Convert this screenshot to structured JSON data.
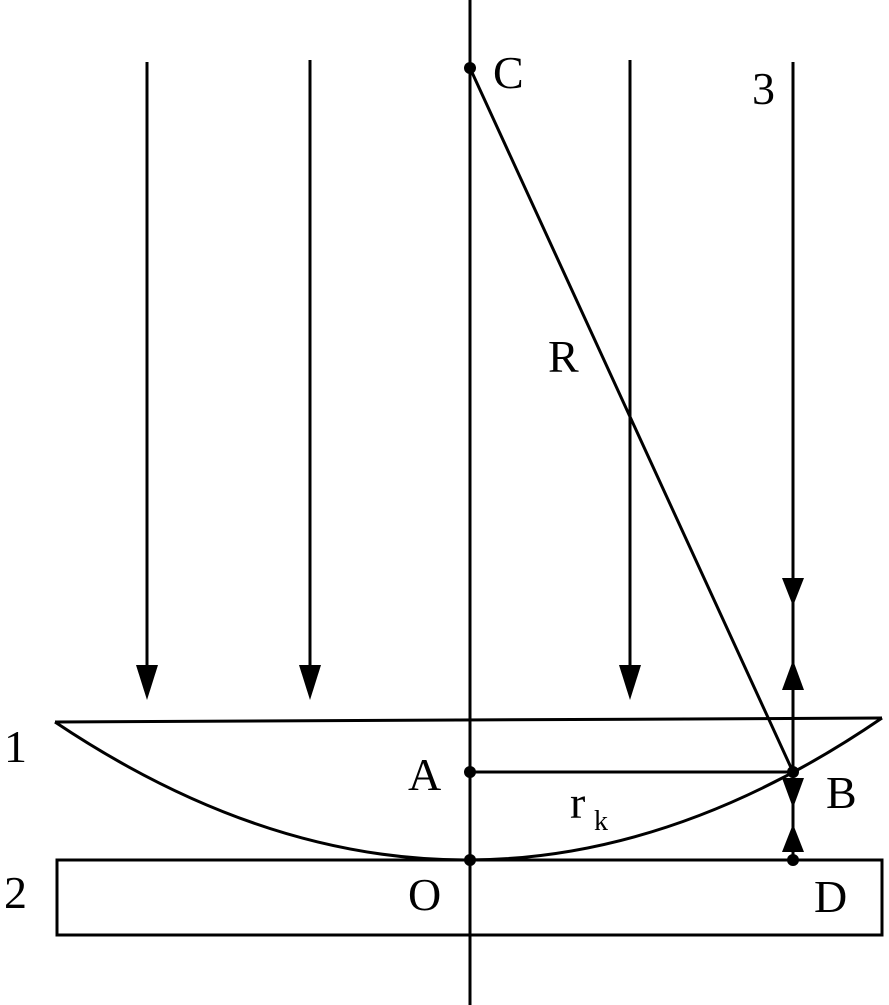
{
  "labels": {
    "C": "C",
    "three": "3",
    "R": "R",
    "one": "1",
    "A": "A",
    "B": "B",
    "r": "r",
    "k": "k",
    "two": "2",
    "O": "O",
    "D": "D"
  },
  "colors": {
    "line": "#000000",
    "background": "#ffffff"
  }
}
